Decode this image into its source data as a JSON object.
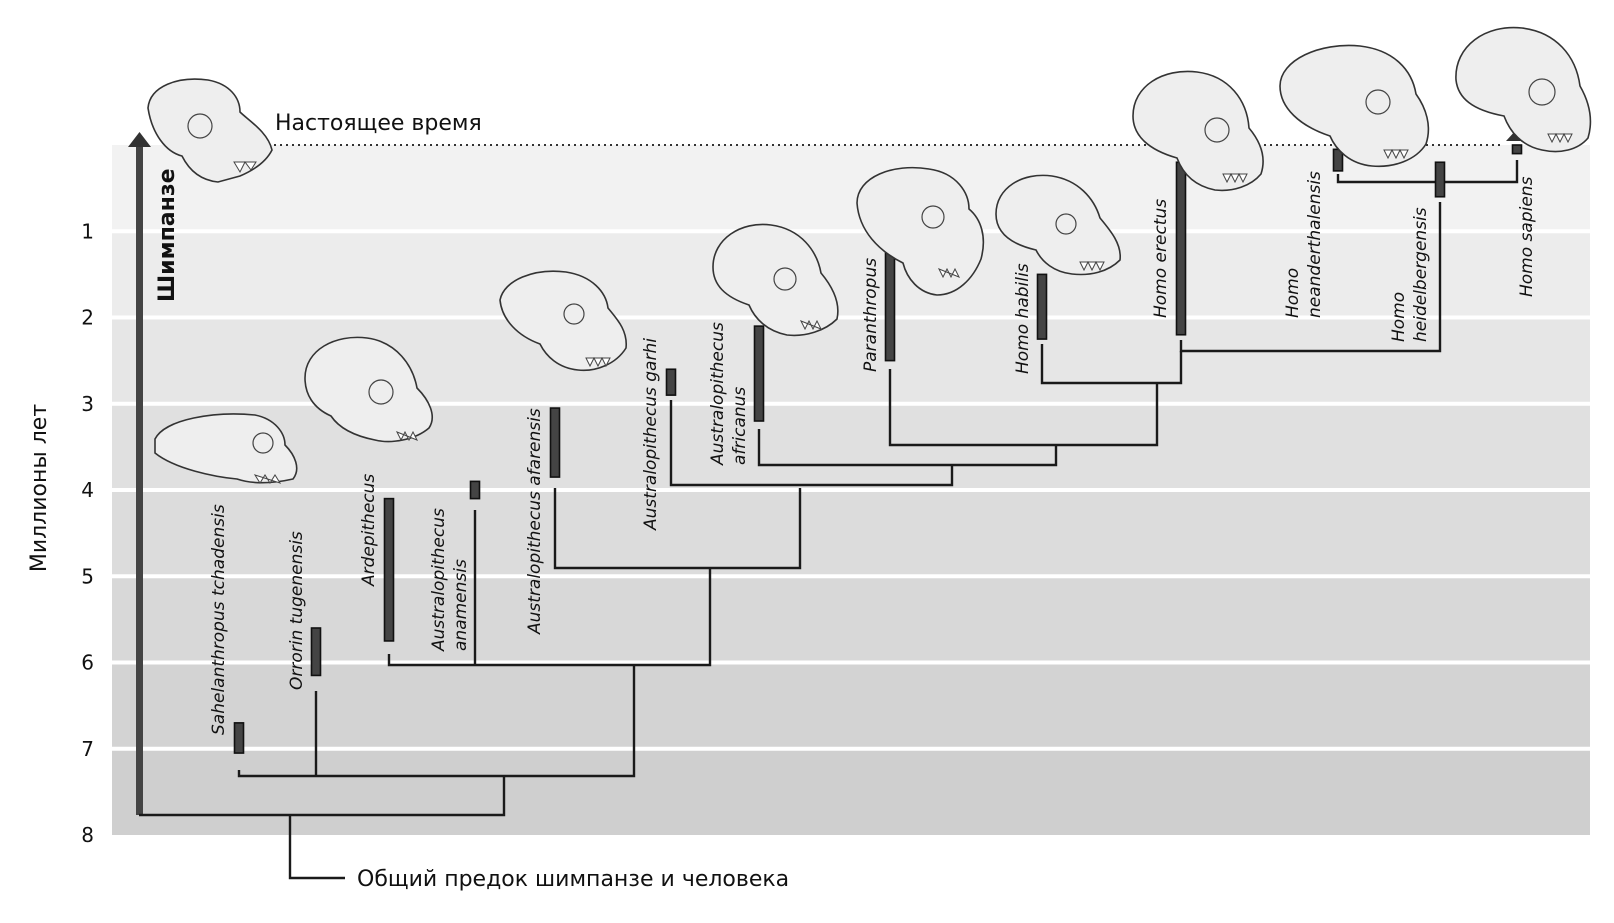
{
  "axis": {
    "title": "Миллионы лет",
    "ticks": [
      "1",
      "2",
      "3",
      "4",
      "5",
      "6",
      "7",
      "8"
    ]
  },
  "labels": {
    "present": "Настоящее время",
    "chimp": "Шимпанзе",
    "ancestor": "Общий предок шимпанзе и человека"
  },
  "species": [
    {
      "id": "sahelanthropus",
      "lines": [
        "Sahelanthropus tchadensis"
      ],
      "range": [
        6.7,
        7.05
      ]
    },
    {
      "id": "orrorin",
      "lines": [
        "Orrorin tugenensis"
      ],
      "range": [
        5.6,
        6.15
      ]
    },
    {
      "id": "ardipithecus",
      "lines": [
        "Ardepithecus"
      ],
      "range": [
        4.1,
        5.75
      ]
    },
    {
      "id": "anamensis",
      "lines": [
        "Australopithecus",
        "anamensis"
      ],
      "range": [
        3.9,
        4.1
      ]
    },
    {
      "id": "afarensis",
      "lines": [
        "Australopithecus afarensis"
      ],
      "range": [
        3.05,
        3.85
      ]
    },
    {
      "id": "garhi",
      "lines": [
        "Australopithecus garhi"
      ],
      "range": [
        2.6,
        2.9
      ]
    },
    {
      "id": "africanus",
      "lines": [
        "Australopithecus",
        "africanus"
      ],
      "range": [
        2.1,
        3.2
      ]
    },
    {
      "id": "paranthropus",
      "lines": [
        "Paranthropus"
      ],
      "range": [
        1.2,
        2.5
      ]
    },
    {
      "id": "habilis",
      "lines": [
        "Homo habilis"
      ],
      "range": [
        1.5,
        2.25
      ]
    },
    {
      "id": "erectus",
      "lines": [
        "Homo erectus"
      ],
      "range": [
        0.2,
        2.2
      ]
    },
    {
      "id": "neanderthalensis",
      "lines": [
        "Homo",
        "neanderthalensis"
      ],
      "range": [
        0.05,
        0.3
      ]
    },
    {
      "id": "heidelbergensis",
      "lines": [
        "Homo",
        "heidelbergensis"
      ],
      "range": [
        0.2,
        0.6
      ]
    },
    {
      "id": "sapiens",
      "lines": [
        "Homo sapiens"
      ],
      "range": [
        0,
        0.1
      ]
    }
  ]
}
